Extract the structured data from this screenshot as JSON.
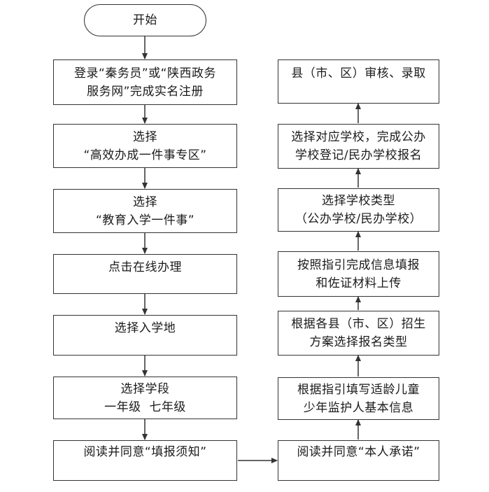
{
  "flowchart": {
    "start": "开始",
    "left_steps": [
      [
        "登录“秦务员”或“陕西政务",
        "服务网”完成实名注册"
      ],
      [
        "选择",
        "“高效办成一件事专区”"
      ],
      [
        "选择",
        "“教育入学一件事”"
      ],
      [
        "点击在线办理"
      ],
      [
        "选择入学地"
      ],
      [
        "选择学段",
        "一年级  七年级"
      ],
      [
        "阅读并同意“填报须知”"
      ]
    ],
    "right_steps": [
      [
        "阅读并同意“本人承诺”"
      ],
      [
        "根据指引填写适龄儿童",
        "少年监护人基本信息"
      ],
      [
        "根据各县（市、区）招生",
        "方案选择报名类型"
      ],
      [
        "按照指引完成信息填报",
        "和佐证材料上传"
      ],
      [
        "选择学校类型",
        "（公办学校/民办学校）"
      ],
      [
        "选择对应学校，完成公办",
        "学校登记/民办学校报名"
      ],
      [
        "县（市、区）审核、录取"
      ]
    ]
  }
}
